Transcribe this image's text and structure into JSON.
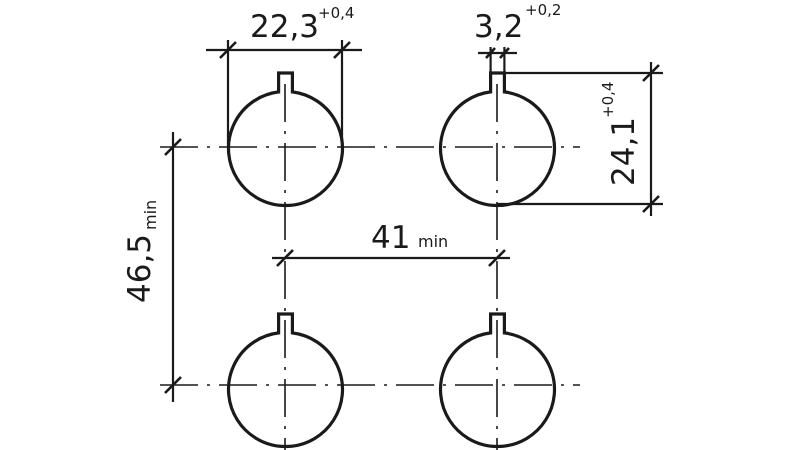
{
  "dimensions": {
    "hole_diameter": {
      "value": "22,3",
      "tolerance": "+0,4"
    },
    "keyway_width": {
      "value": "3,2",
      "tolerance": "+0,2"
    },
    "keyway_height": {
      "value": "24,1",
      "tolerance": "+0,4"
    },
    "horizontal_spacing": {
      "value": "41",
      "qualifier": "min"
    },
    "vertical_spacing": {
      "value": "46,5",
      "qualifier": "min"
    }
  },
  "colors": {
    "line": "#1a1a1a",
    "background": "#ffffff"
  }
}
